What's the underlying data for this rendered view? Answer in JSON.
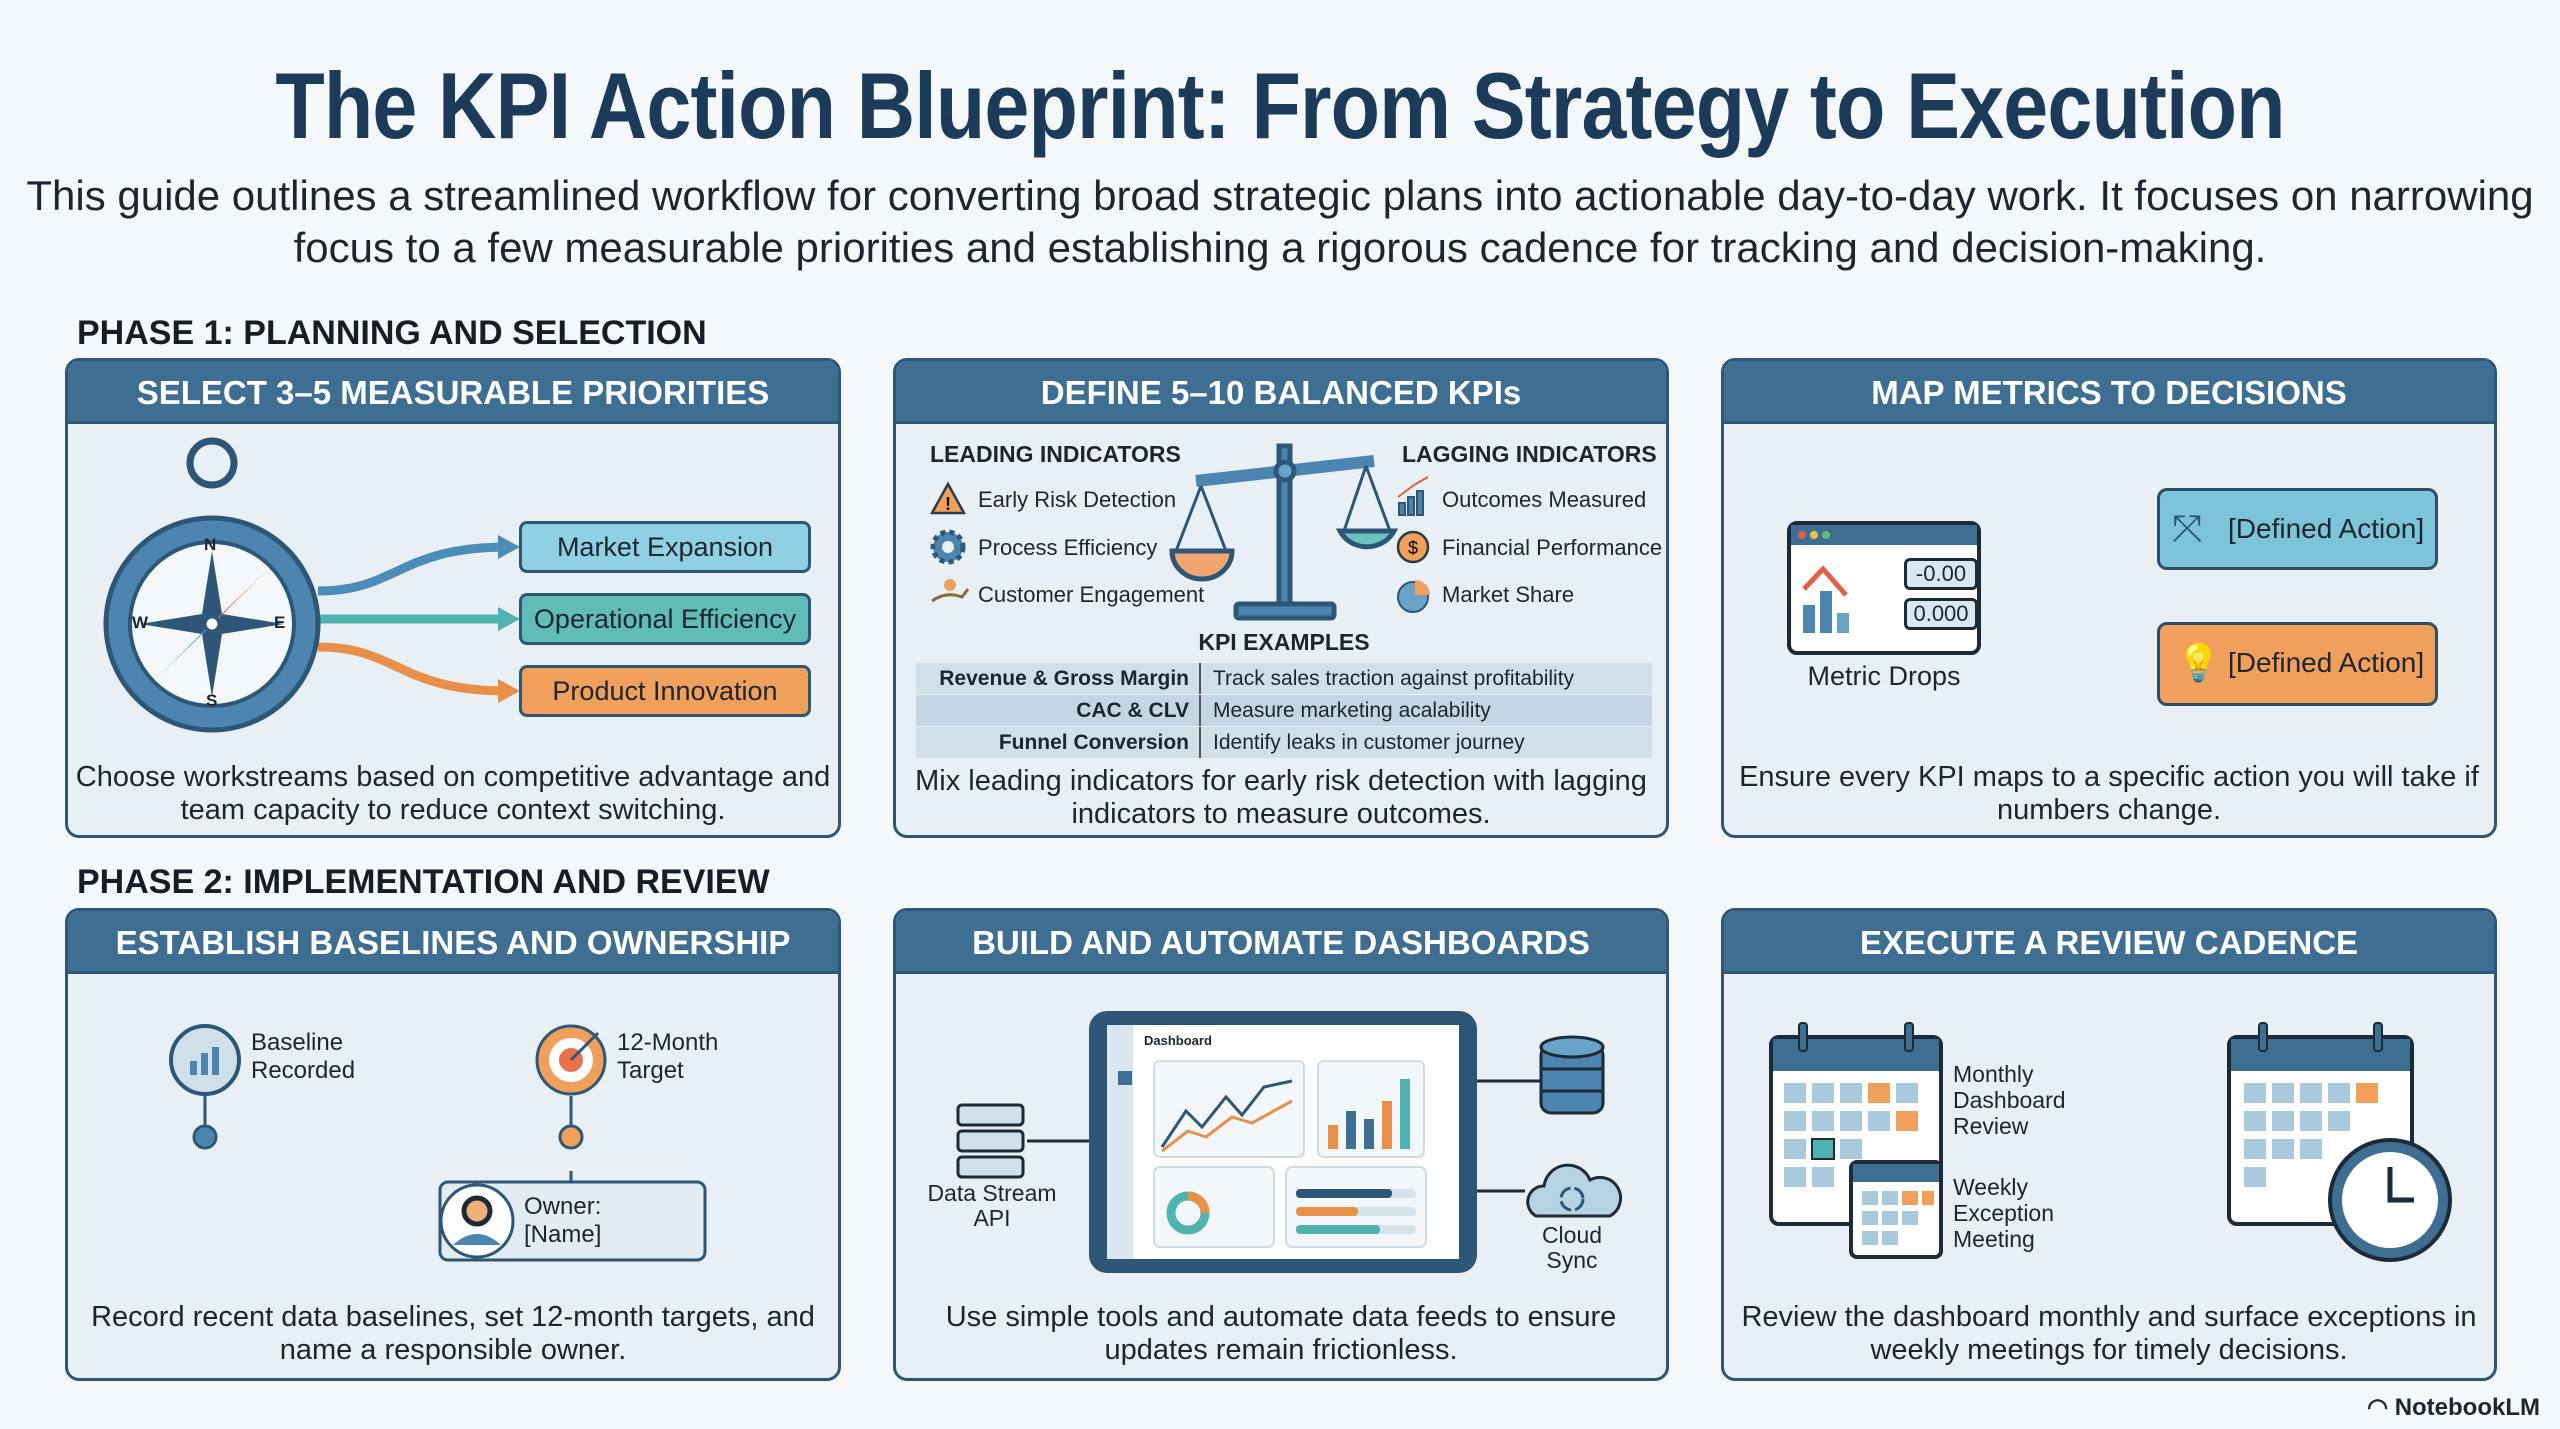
{
  "title": "The KPI Action Blueprint: From Strategy to Execution",
  "subtitle": "This guide outlines a streamlined workflow for converting broad strategic plans into actionable day-to-day work. It focuses on narrowing focus to a few measurable priorities and establishing a rigorous cadence for tracking and decision-making.",
  "colors": {
    "header": "#3f6e93",
    "border": "#2d5677",
    "teal": "#4fb3b0",
    "orange": "#f0a05a",
    "light_blue": "#8fcfe0"
  },
  "phase1": {
    "label": "PHASE 1: PLANNING AND SELECTION",
    "card1": {
      "title": "SELECT 3–5 MEASURABLE PRIORITIES",
      "compass": {
        "n": "N",
        "e": "E",
        "s": "S",
        "w": "W"
      },
      "priorities": [
        "Market Expansion",
        "Operational Efficiency",
        "Product Innovation"
      ],
      "desc": "Choose workstreams based on competitive advantage and team capacity to reduce context switching."
    },
    "card2": {
      "title": "DEFINE 5–10 BALANCED KPIs",
      "leading": {
        "heading": "LEADING INDICATORS",
        "items": [
          {
            "label": "Early Risk Detection",
            "icon": "warning-icon"
          },
          {
            "label": "Process Efficiency",
            "icon": "gear-icon"
          },
          {
            "label": "Customer Engagement",
            "icon": "hand-heart-icon"
          }
        ]
      },
      "lagging": {
        "heading": "LAGGING INDICATORS",
        "items": [
          {
            "label": "Outcomes Measured",
            "icon": "growth-chart-icon"
          },
          {
            "label": "Financial Performance",
            "icon": "dollar-coin-icon"
          },
          {
            "label": "Market Share",
            "icon": "pie-chart-icon"
          }
        ]
      },
      "examples_heading": "KPI EXAMPLES",
      "examples": [
        {
          "kpi": "Revenue & Gross Margin",
          "purpose": "Track sales traction against profitability"
        },
        {
          "kpi": "CAC & CLV",
          "purpose": "Measure marketing acalability"
        },
        {
          "kpi": "Funnel Conversion",
          "purpose": "Identify leaks in customer journey"
        }
      ],
      "desc": "Mix leading indicators for early risk detection with lagging indicators to measure outcomes."
    },
    "card3": {
      "title": "MAP METRICS TO DECISIONS",
      "metric_values": [
        "-0.00",
        "0.000"
      ],
      "metric_label": "Metric Drops",
      "actions": [
        {
          "label": "[Defined Action]",
          "icon": "split-arrows-icon"
        },
        {
          "label": "[Defined Action]",
          "icon": "lightbulb-icon"
        }
      ],
      "desc": "Ensure every KPI maps to a specific action you will take if numbers change."
    }
  },
  "phase2": {
    "label": "PHASE 2: IMPLEMENTATION AND REVIEW",
    "card4": {
      "title": "ESTABLISH BASELINES AND OWNERSHIP",
      "baseline": "Baseline Recorded",
      "target": "12-Month Target",
      "owner": "Owner: [Name]",
      "desc": "Record recent data baselines, set 12-month targets, and name a responsible owner."
    },
    "card5": {
      "title": "BUILD AND AUTOMATE DASHBOARDS",
      "dashboard_label": "Dashboard",
      "source": "Data Stream API",
      "sync": "Cloud Sync",
      "desc": "Use simple tools and automate data feeds to ensure updates remain frictionless."
    },
    "card6": {
      "title": "EXECUTE A REVIEW CADENCE",
      "monthly": "Monthly Dashboard Review",
      "weekly": "Weekly Exception Meeting",
      "desc": "Review the dashboard monthly and surface exceptions in weekly meetings for timely decisions."
    }
  },
  "footer": {
    "brand": "NotebookLM"
  }
}
